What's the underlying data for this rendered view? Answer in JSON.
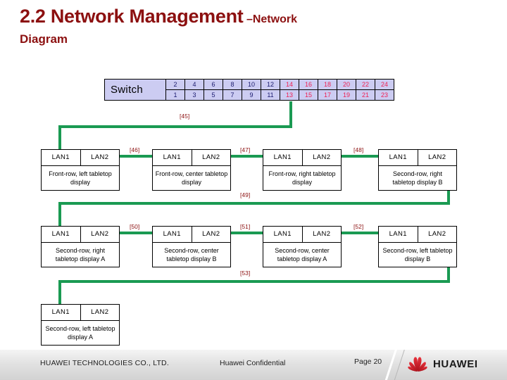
{
  "slide": {
    "title_main": "2.2 Network Management",
    "title_suffix": "–Network",
    "title_line2": "Diagram",
    "title_color": "#8c1010"
  },
  "switch": {
    "name": "Switch",
    "top_ports": [
      "2",
      "4",
      "6",
      "8",
      "10",
      "12",
      "14",
      "16",
      "18",
      "20",
      "22",
      "24"
    ],
    "bottom_ports": [
      "1",
      "3",
      "5",
      "7",
      "9",
      "11",
      "13",
      "15",
      "17",
      "19",
      "21",
      "23"
    ],
    "low_port_color": "#1a1a6e",
    "high_port_color": "#ee2255",
    "cell_background": "#ccccf2"
  },
  "devices": [
    {
      "lan1": "LAN1",
      "lan2": "LAN2",
      "label": "Front-row, left tabletop display"
    },
    {
      "lan1": "LAN1",
      "lan2": "LAN2",
      "label": "Front-row, center tabletop display"
    },
    {
      "lan1": "LAN1",
      "lan2": "LAN2",
      "label": "Front-row, right tabletop display"
    },
    {
      "lan1": "LAN1",
      "lan2": "LAN2",
      "label": "Second-row, right tabletop display B"
    },
    {
      "lan1": "LAN1",
      "lan2": "LAN2",
      "label": "Second-row, right tabletop display A"
    },
    {
      "lan1": "LAN1",
      "lan2": "LAN2",
      "label": "Second-row, center tabletop display B"
    },
    {
      "lan1": "LAN1",
      "lan2": "LAN2",
      "label": "Second-row, center tabletop display A"
    },
    {
      "lan1": "LAN1",
      "lan2": "LAN2",
      "label": "Second-row, left tabletop display B"
    },
    {
      "lan1": "LAN1",
      "lan2": "LAN2",
      "label": "Second-row, left tabletop display A"
    }
  ],
  "links": [
    {
      "tag": "[45]"
    },
    {
      "tag": "[46]"
    },
    {
      "tag": "[47]"
    },
    {
      "tag": "[48]"
    },
    {
      "tag": "[49]"
    },
    {
      "tag": "[50]"
    },
    {
      "tag": "[51]"
    },
    {
      "tag": "[52]"
    },
    {
      "tag": "[53]"
    }
  ],
  "link_color": "#1a9a52",
  "footer": {
    "company": "HUAWEI TECHNOLOGIES CO., LTD.",
    "confidential": "Huawei Confidential",
    "page": "Page 20",
    "logo_text": "HUAWEI",
    "logo_color": "#d9202a"
  }
}
